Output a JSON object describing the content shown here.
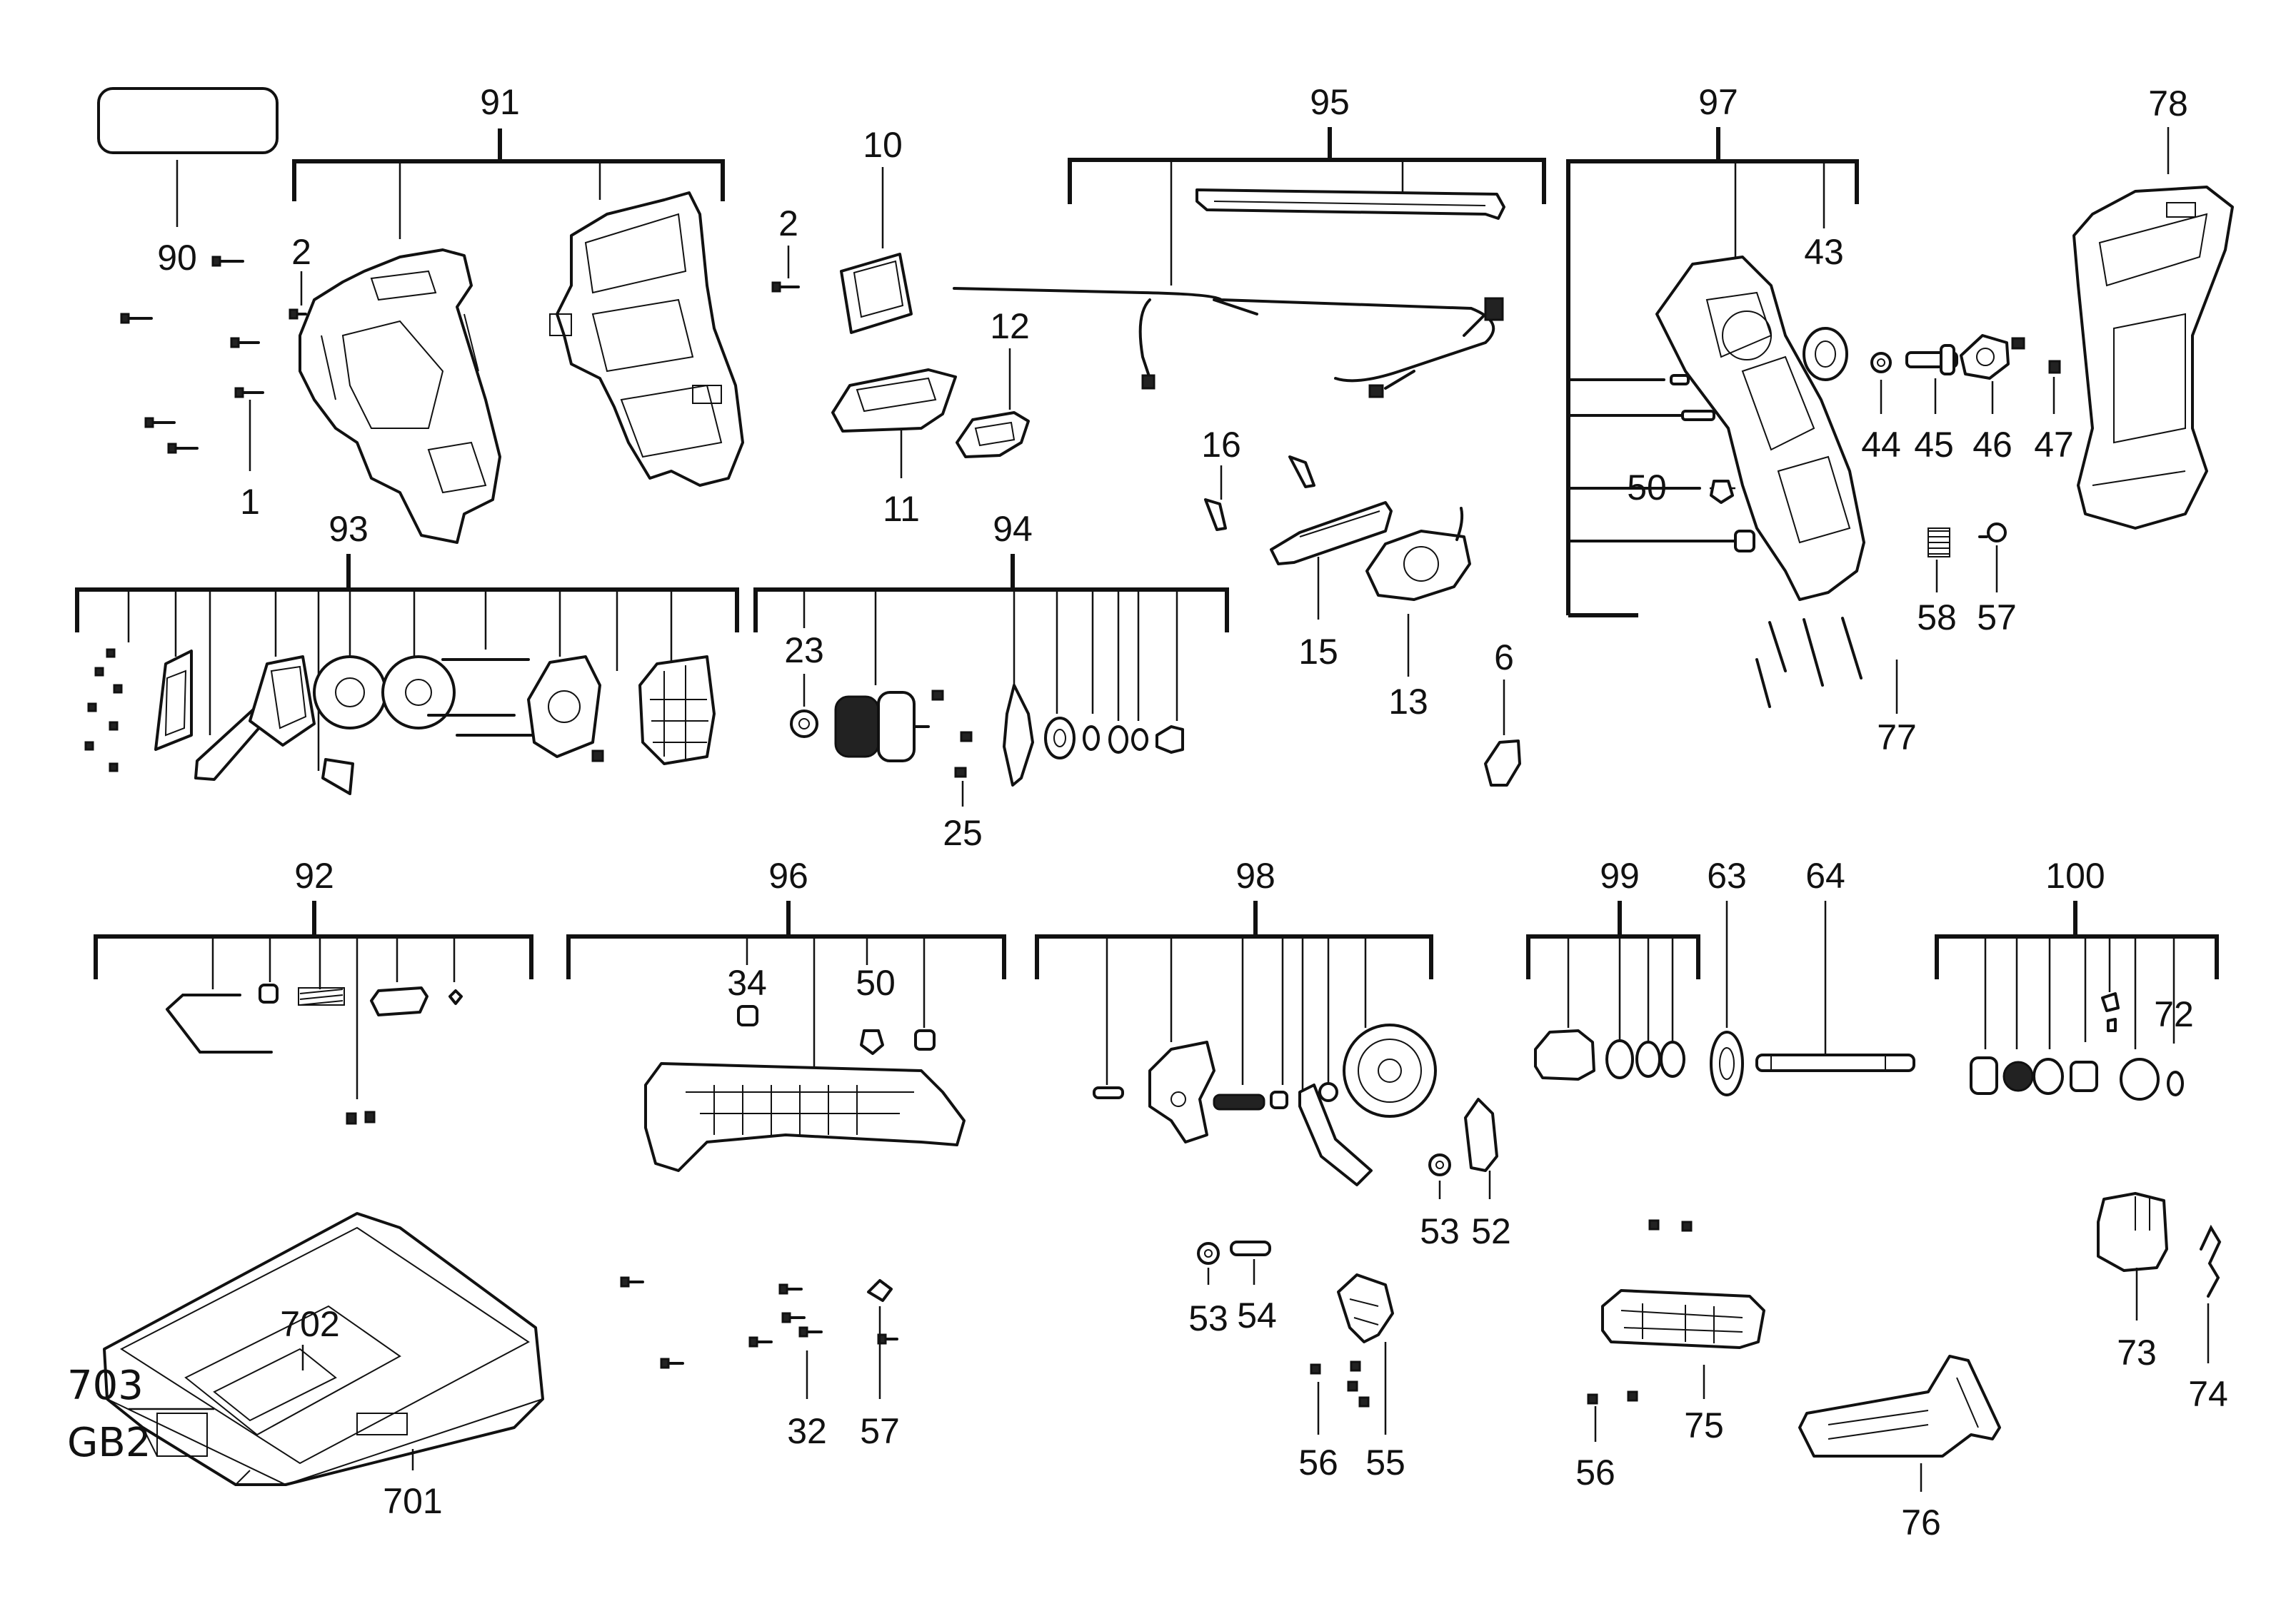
{
  "labels": {
    "n1": "1",
    "n2a": "2",
    "n2b": "2",
    "n6": "6",
    "n10": "10",
    "n11": "11",
    "n12": "12",
    "n13": "13",
    "n15": "15",
    "n16": "16",
    "n23": "23",
    "n25": "25",
    "n32": "32",
    "n34": "34",
    "n43": "43",
    "n44": "44",
    "n45": "45",
    "n46": "46",
    "n47": "47",
    "n50a": "50",
    "n50b": "50",
    "n52": "52",
    "n53a": "53",
    "n53b": "53",
    "n54": "54",
    "n55": "55",
    "n56a": "56",
    "n56b": "56",
    "n57a": "57",
    "n57b": "57",
    "n58": "58",
    "n63": "63",
    "n64": "64",
    "n72": "72",
    "n73": "73",
    "n74": "74",
    "n75": "75",
    "n76": "76",
    "n77": "77",
    "n78": "78",
    "n90": "90",
    "n91": "91",
    "n92": "92",
    "n93": "93",
    "n94": "94",
    "n95": "95",
    "n96": "96",
    "n97": "97",
    "n98": "98",
    "n99": "99",
    "n100": "100",
    "n701": "701",
    "n702": "702",
    "n703": "703",
    "gb2": "GB2"
  },
  "icons": {
    "blank_label_box": "rounded-rectangle",
    "housing": "tool-housing-outline",
    "screw": "screw-glyph",
    "case": "carry-case-outline"
  }
}
